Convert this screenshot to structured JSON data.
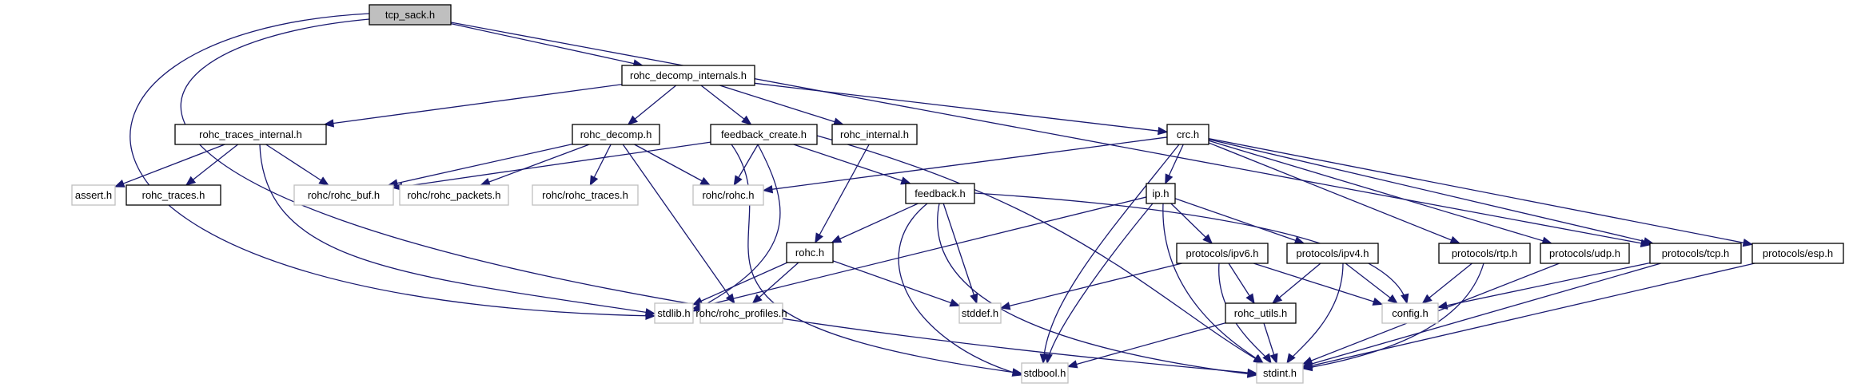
{
  "title": "tcp_sack.h include dependency graph",
  "colors": {
    "edge": "#191970",
    "root_fill": "#bfbfbf",
    "documented_border": "#000000",
    "external_border": "#bfbfbf"
  },
  "nodes": [
    {
      "id": "tcp_sack",
      "label": "tcp_sack.h",
      "kind": "root"
    },
    {
      "id": "rohc_decomp_internals",
      "label": "rohc_decomp_internals.h",
      "kind": "doc"
    },
    {
      "id": "rohc_traces_internal",
      "label": "rohc_traces_internal.h",
      "kind": "doc"
    },
    {
      "id": "rohc_decomp",
      "label": "rohc_decomp.h",
      "kind": "doc"
    },
    {
      "id": "feedback_create",
      "label": "feedback_create.h",
      "kind": "doc"
    },
    {
      "id": "rohc_internal",
      "label": "rohc_internal.h",
      "kind": "doc"
    },
    {
      "id": "crc",
      "label": "crc.h",
      "kind": "doc"
    },
    {
      "id": "assert",
      "label": "assert.h",
      "kind": "ext"
    },
    {
      "id": "rohc_traces",
      "label": "rohc_traces.h",
      "kind": "doc"
    },
    {
      "id": "rohc_rohc_buf",
      "label": "rohc/rohc_buf.h",
      "kind": "ext"
    },
    {
      "id": "rohc_rohc_packets",
      "label": "rohc/rohc_packets.h",
      "kind": "ext"
    },
    {
      "id": "rohc_rohc_traces",
      "label": "rohc/rohc_traces.h",
      "kind": "ext"
    },
    {
      "id": "rohc_rohc",
      "label": "rohc/rohc.h",
      "kind": "ext"
    },
    {
      "id": "feedback",
      "label": "feedback.h",
      "kind": "doc"
    },
    {
      "id": "ip",
      "label": "ip.h",
      "kind": "doc"
    },
    {
      "id": "rohc",
      "label": "rohc.h",
      "kind": "doc"
    },
    {
      "id": "protocols_ipv6",
      "label": "protocols/ipv6.h",
      "kind": "doc"
    },
    {
      "id": "protocols_ipv4",
      "label": "protocols/ipv4.h",
      "kind": "doc"
    },
    {
      "id": "protocols_rtp",
      "label": "protocols/rtp.h",
      "kind": "doc"
    },
    {
      "id": "protocols_udp",
      "label": "protocols/udp.h",
      "kind": "doc"
    },
    {
      "id": "protocols_tcp",
      "label": "protocols/tcp.h",
      "kind": "doc"
    },
    {
      "id": "protocols_esp",
      "label": "protocols/esp.h",
      "kind": "doc"
    },
    {
      "id": "stdlib",
      "label": "stdlib.h",
      "kind": "ext"
    },
    {
      "id": "rohc_rohc_profiles",
      "label": "rohc/rohc_profiles.h",
      "kind": "ext"
    },
    {
      "id": "stddef",
      "label": "stddef.h",
      "kind": "ext"
    },
    {
      "id": "rohc_utils",
      "label": "rohc_utils.h",
      "kind": "doc"
    },
    {
      "id": "config",
      "label": "config.h",
      "kind": "ext"
    },
    {
      "id": "stdbool",
      "label": "stdbool.h",
      "kind": "ext"
    },
    {
      "id": "stdint",
      "label": "stdint.h",
      "kind": "ext"
    }
  ],
  "edges": [
    [
      "tcp_sack",
      "rohc_decomp_internals"
    ],
    [
      "tcp_sack",
      "stdlib"
    ],
    [
      "tcp_sack",
      "stdint"
    ],
    [
      "tcp_sack",
      "protocols_tcp"
    ],
    [
      "rohc_decomp_internals",
      "rohc_traces_internal"
    ],
    [
      "rohc_decomp_internals",
      "rohc_decomp"
    ],
    [
      "rohc_decomp_internals",
      "feedback_create"
    ],
    [
      "rohc_decomp_internals",
      "rohc_internal"
    ],
    [
      "rohc_decomp_internals",
      "crc"
    ],
    [
      "rohc_traces_internal",
      "assert"
    ],
    [
      "rohc_traces_internal",
      "rohc_traces"
    ],
    [
      "rohc_traces_internal",
      "rohc_rohc_buf"
    ],
    [
      "rohc_traces_internal",
      "stdlib"
    ],
    [
      "rohc_decomp",
      "rohc_rohc_buf"
    ],
    [
      "rohc_decomp",
      "rohc_rohc_packets"
    ],
    [
      "rohc_decomp",
      "rohc_rohc_traces"
    ],
    [
      "rohc_decomp",
      "rohc_rohc"
    ],
    [
      "rohc_decomp",
      "rohc_rohc_profiles"
    ],
    [
      "feedback_create",
      "rohc_rohc_buf"
    ],
    [
      "feedback_create",
      "rohc_rohc"
    ],
    [
      "feedback_create",
      "feedback"
    ],
    [
      "feedback_create",
      "stdlib"
    ],
    [
      "feedback_create",
      "stdbool"
    ],
    [
      "feedback_create",
      "stdint"
    ],
    [
      "rohc_internal",
      "rohc"
    ],
    [
      "crc",
      "rohc_rohc"
    ],
    [
      "crc",
      "ip"
    ],
    [
      "crc",
      "stdbool"
    ],
    [
      "crc",
      "protocols_rtp"
    ],
    [
      "crc",
      "protocols_udp"
    ],
    [
      "crc",
      "protocols_tcp"
    ],
    [
      "crc",
      "protocols_esp"
    ],
    [
      "feedback",
      "rohc"
    ],
    [
      "feedback",
      "stddef"
    ],
    [
      "feedback",
      "stdbool"
    ],
    [
      "feedback",
      "stdint"
    ],
    [
      "feedback",
      "config"
    ],
    [
      "ip",
      "stdlib"
    ],
    [
      "ip",
      "stdbool"
    ],
    [
      "ip",
      "stdint"
    ],
    [
      "ip",
      "protocols_ipv6"
    ],
    [
      "ip",
      "protocols_ipv4"
    ],
    [
      "rohc",
      "stdlib"
    ],
    [
      "rohc",
      "rohc_rohc_profiles"
    ],
    [
      "rohc",
      "stddef"
    ],
    [
      "protocols_ipv6",
      "stddef"
    ],
    [
      "protocols_ipv6",
      "rohc_utils"
    ],
    [
      "protocols_ipv6",
      "config"
    ],
    [
      "protocols_ipv6",
      "stdint"
    ],
    [
      "protocols_ipv4",
      "rohc_utils"
    ],
    [
      "protocols_ipv4",
      "config"
    ],
    [
      "protocols_ipv4",
      "stdint"
    ],
    [
      "rohc_utils",
      "stdbool"
    ],
    [
      "rohc_utils",
      "stdint"
    ],
    [
      "protocols_rtp",
      "config"
    ],
    [
      "protocols_rtp",
      "stdint"
    ],
    [
      "protocols_udp",
      "stdint"
    ],
    [
      "protocols_tcp",
      "config"
    ],
    [
      "protocols_tcp",
      "stdint"
    ],
    [
      "protocols_esp",
      "stdint"
    ]
  ]
}
